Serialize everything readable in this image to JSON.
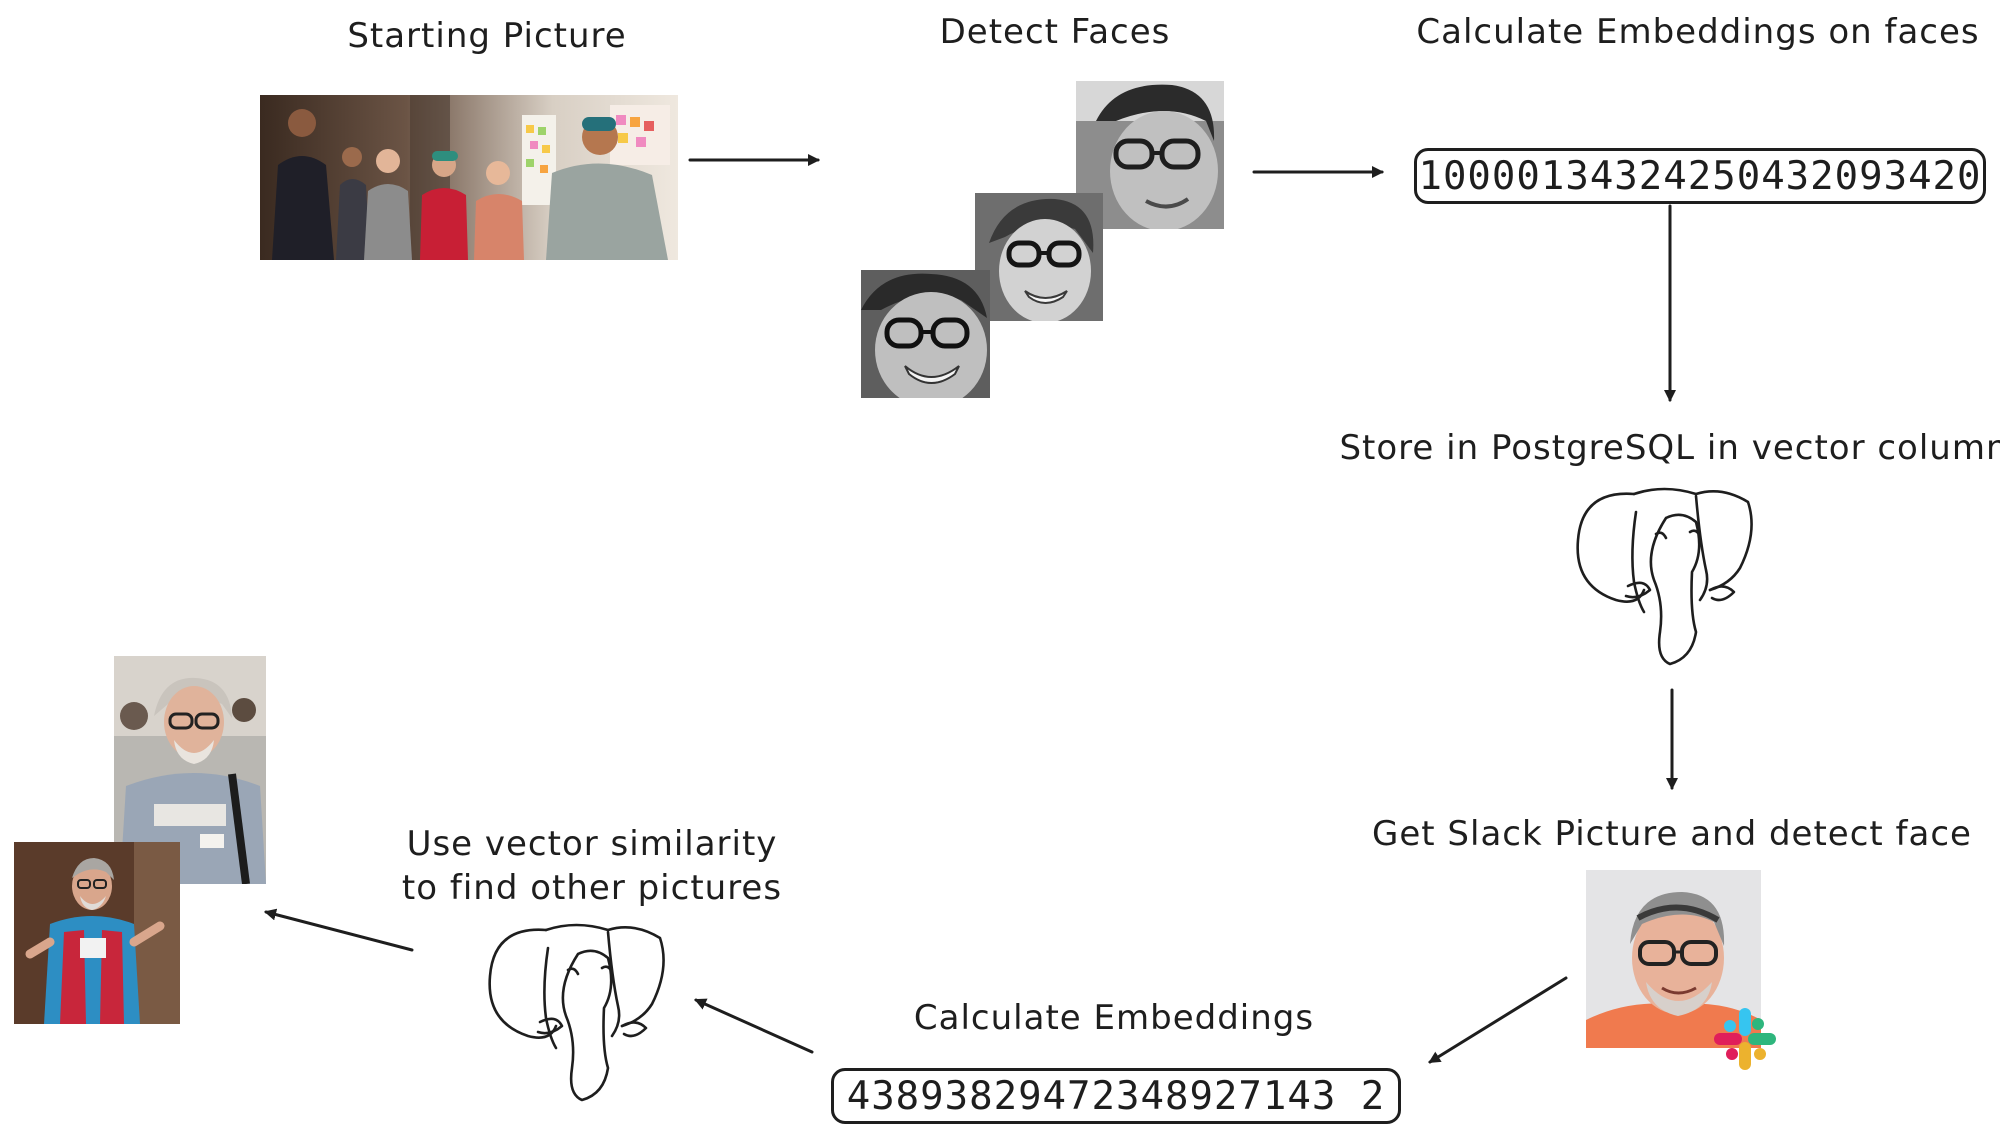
{
  "steps": {
    "starting_picture": "Starting Picture",
    "detect_faces": "Detect Faces",
    "calculate_embeddings_faces": "Calculate Embeddings on faces",
    "store": "Store in PostgreSQL in vector column",
    "slack": "Get Slack Picture and detect face",
    "calculate_embeddings": "Calculate Embeddings",
    "use_similarity_line1": "Use vector similarity",
    "use_similarity_line2": "to find other pictures"
  },
  "embeddings": {
    "faces_vector": "10000134324250432093420",
    "slack_vector": "43893829472348927143 2"
  },
  "colors": {
    "ink": "#1e1e1e",
    "background": "#ffffff",
    "slack_green": "#2eb67d",
    "slack_blue": "#36c5f0",
    "slack_yellow": "#ecb22e",
    "slack_red": "#e01e5a"
  },
  "icons": [
    "postgresql-elephant-icon",
    "slack-logo-icon",
    "arrow-icon"
  ]
}
